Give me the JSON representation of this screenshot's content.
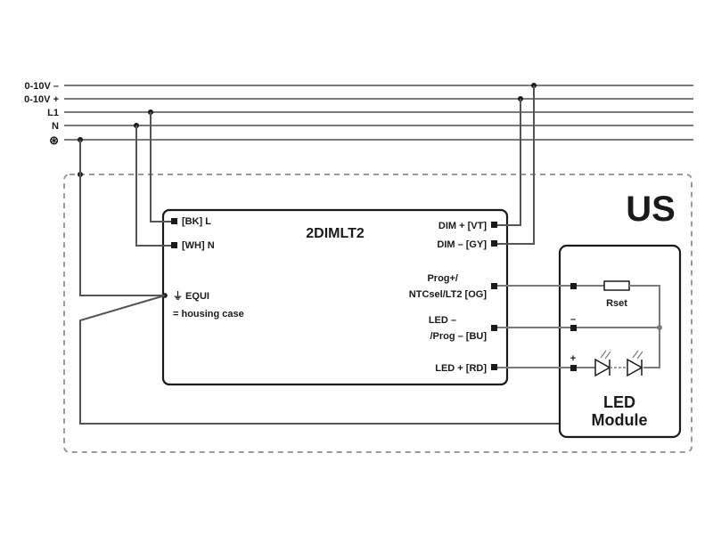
{
  "supply_lines": [
    {
      "label": "0-10V –"
    },
    {
      "label": "0-10V +"
    },
    {
      "label": "L1"
    },
    {
      "label": "N"
    },
    {
      "label": "⊛"
    }
  ],
  "region_label": "US",
  "driver": {
    "title": "2DIMLT2",
    "left_terminals": [
      {
        "label": "[BK] L"
      },
      {
        "label": "[WH] N"
      }
    ],
    "equi_label": "⏚ EQUI",
    "housing_label": "= housing case",
    "right_terminals": [
      {
        "label": "DIM + [VT]"
      },
      {
        "label": "DIM – [GY]"
      },
      {
        "line1": "Prog+/",
        "line2": "NTCsel/LT2 [OG]"
      },
      {
        "line1": "LED –",
        "line2": "/Prog – [BU]"
      },
      {
        "label": "LED + [RD]"
      }
    ]
  },
  "led_module": {
    "line1": "LED",
    "line2": "Module",
    "rset_label": "Rset",
    "minus_mark": "–",
    "plus_mark": "+"
  },
  "colors": {
    "wire": "#7a7a7a",
    "outline": "#1a1a1a",
    "dashed_border": "#9a9a9a"
  }
}
